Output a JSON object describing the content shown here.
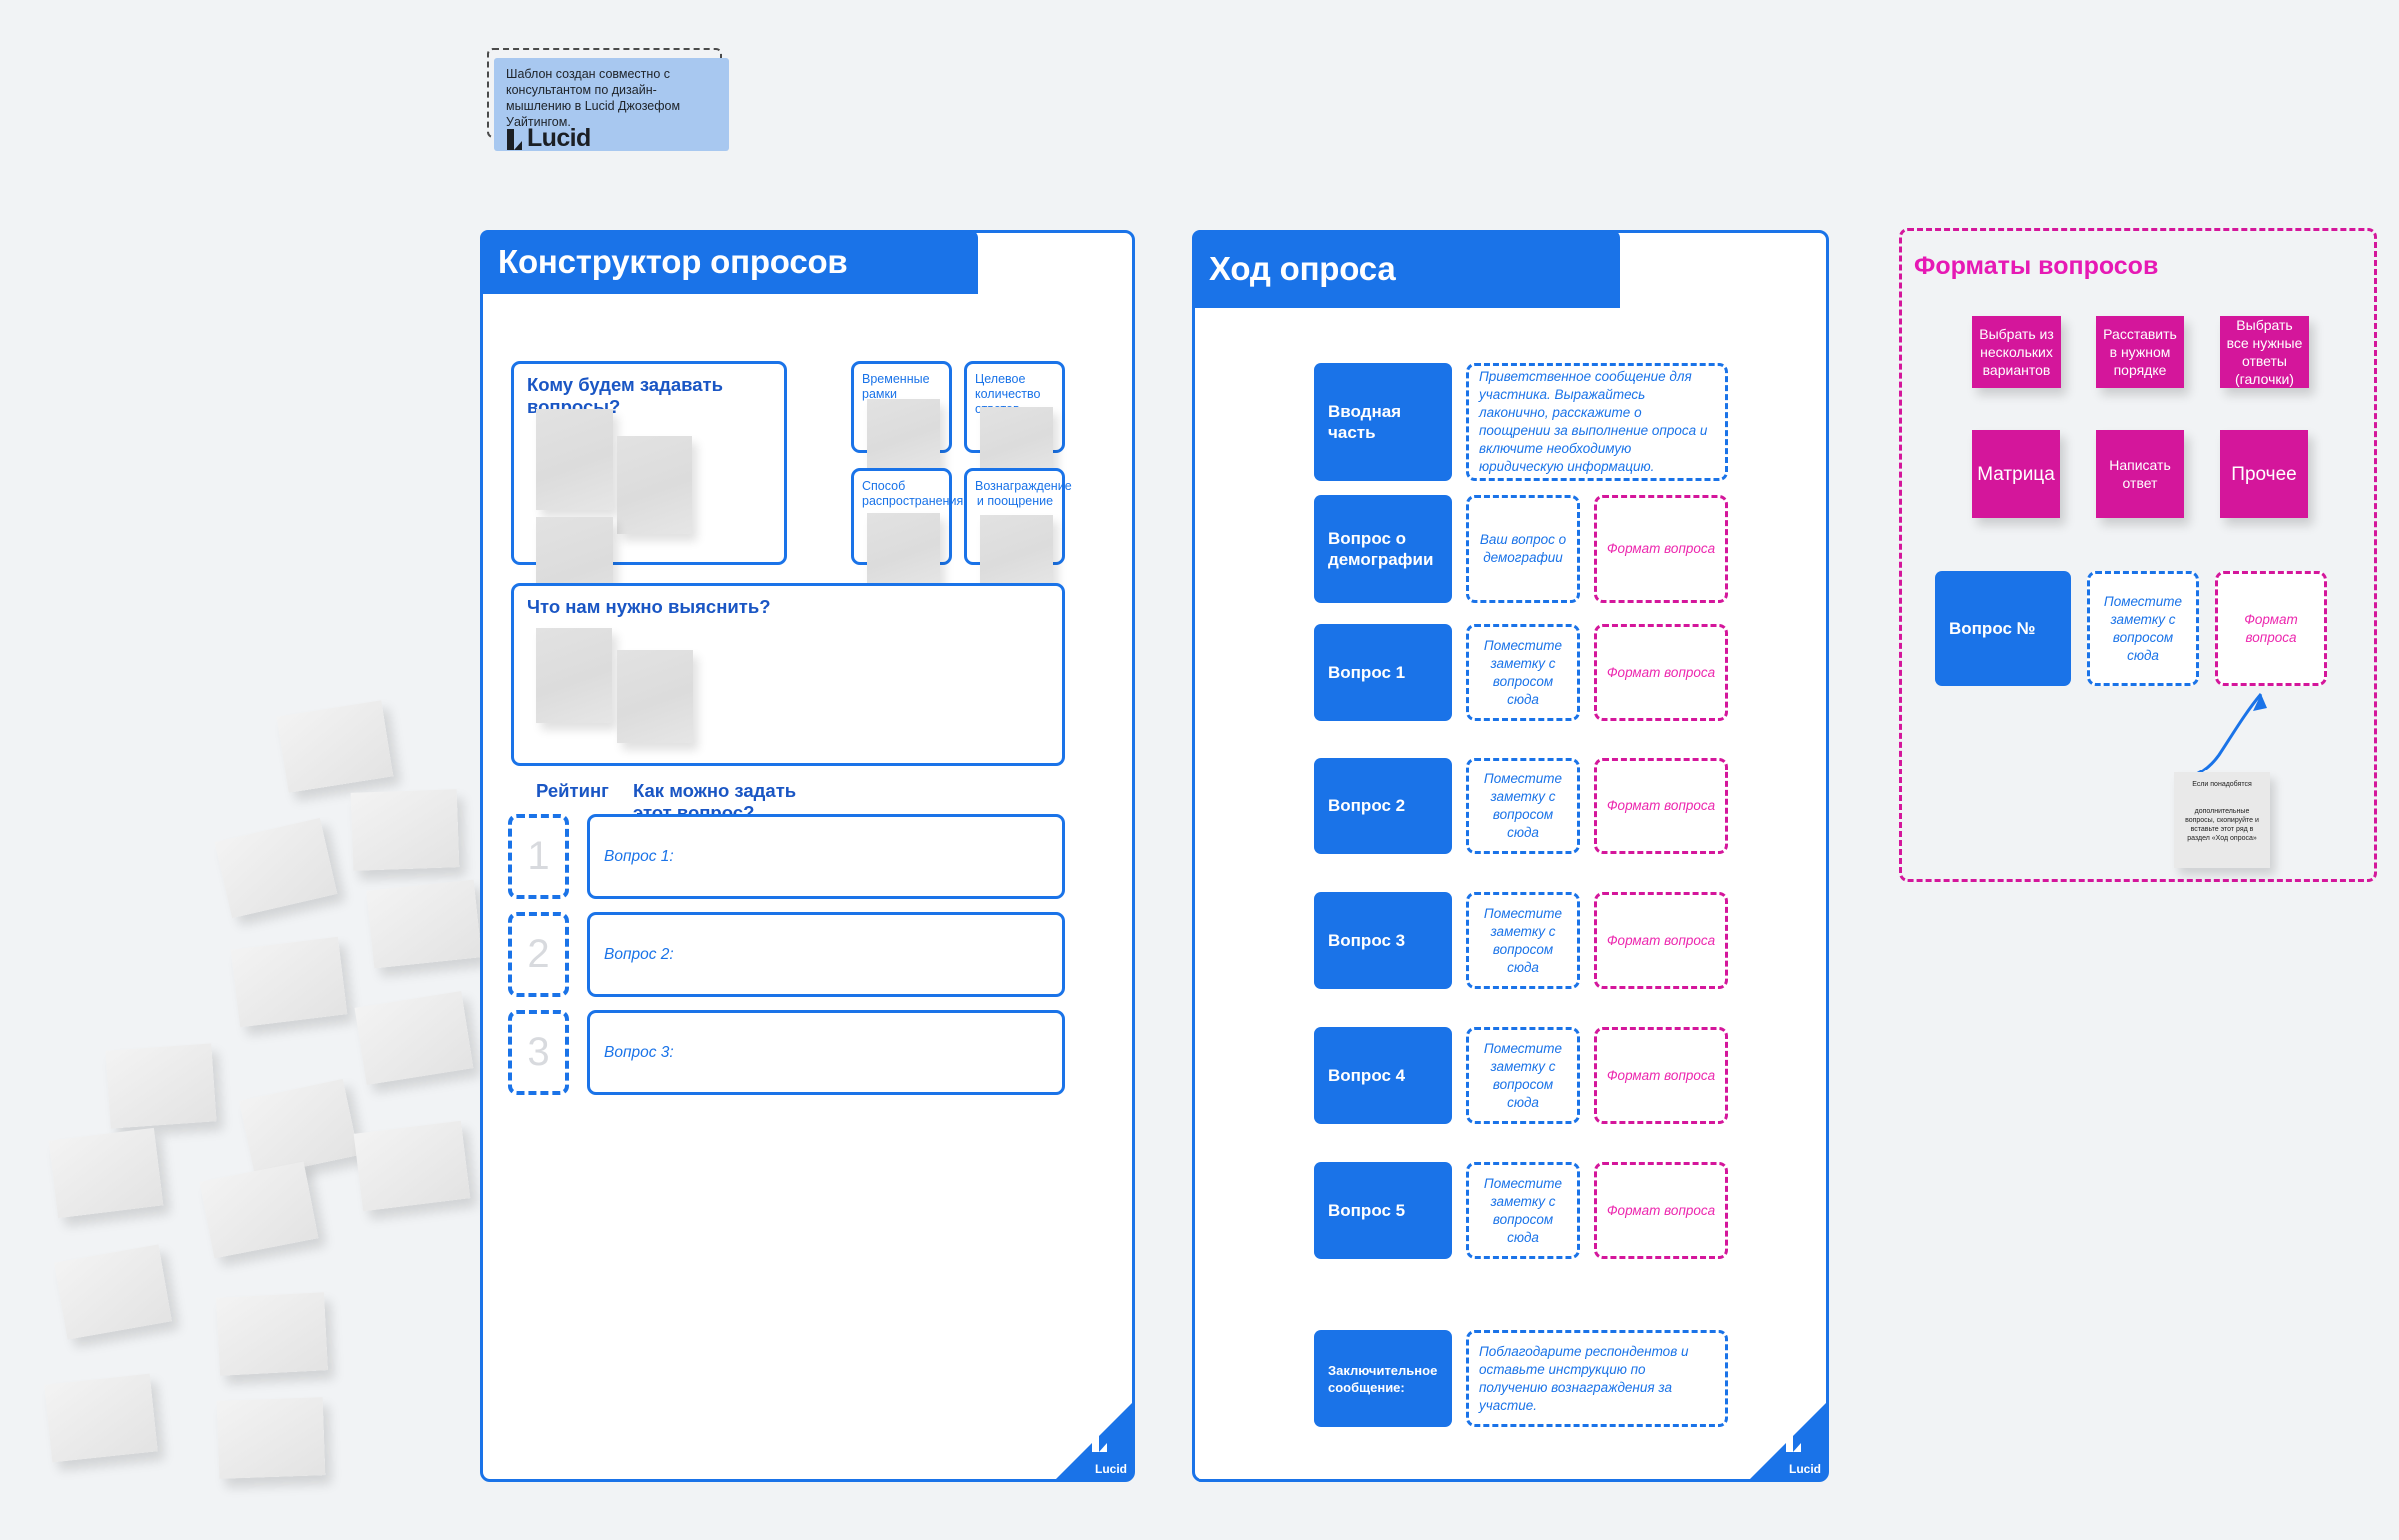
{
  "credit": {
    "text": "Шаблон создан совместно с консультантом по дизайн-мышлению в Lucid Джозефом Уайтингом.",
    "logo_word": "Lucid"
  },
  "panel1": {
    "title": "Конструктор опросов",
    "audience_box": {
      "title": "Кому будем задавать вопросы?"
    },
    "mini_boxes": [
      {
        "title": "Временные рамки"
      },
      {
        "title": "Целевое количество ответов"
      },
      {
        "title": "Способ распространения"
      },
      {
        "title": "Вознаграждение и поощрение"
      }
    ],
    "discover_box": {
      "title": "Что нам нужно выяснить?"
    },
    "rating_header": "Рейтинг",
    "answer_header": "Как можно задать этот вопрос?",
    "rating_rows": [
      {
        "rank": "1",
        "answer": "Вопрос 1:"
      },
      {
        "rank": "2",
        "answer": "Вопрос 2:"
      },
      {
        "rank": "3",
        "answer": "Вопрос 3:"
      }
    ],
    "lucid_word": "Lucid"
  },
  "panel2": {
    "title": "Ход опроса",
    "rows": [
      {
        "label": "Вводная часть",
        "note": "Приветственное сообщение для участника. Выражайтесь лаконично, расскажите о поощрении за выполнение опроса и включите необходимую юридическую информацию.",
        "format": null
      },
      {
        "label": "Вопрос о демографии",
        "note": "Ваш вопрос о демографии",
        "format": "Формат вопроса"
      },
      {
        "label": "Вопрос 1",
        "note": "Поместите заметку с вопросом сюда",
        "format": "Формат вопроса"
      },
      {
        "label": "Вопрос 2",
        "note": "Поместите заметку с вопросом сюда",
        "format": "Формат вопроса"
      },
      {
        "label": "Вопрос 3",
        "note": "Поместите заметку с вопросом сюда",
        "format": "Формат вопроса"
      },
      {
        "label": "Вопрос 4",
        "note": "Поместите заметку с вопросом сюда",
        "format": "Формат вопроса"
      },
      {
        "label": "Вопрос 5",
        "note": "Поместите заметку с вопросом сюда",
        "format": "Формат вопроса"
      },
      {
        "label": "Заключительное сообщение:",
        "note": "Поблагодарите респондентов и оставьте инструкцию по получению вознаграждения за участие.",
        "format": null
      }
    ],
    "lucid_word": "Lucid"
  },
  "panel3": {
    "title": "Форматы вопросов",
    "format_notes": [
      "Выбрать из нескольких вариантов",
      "Расставить в нужном порядке",
      "Выбрать все нужные ответы (галочки)",
      "Матрица",
      "Написать ответ",
      "Прочее"
    ],
    "sample_row": {
      "label": "Вопрос №",
      "note": "Поместите заметку с вопросом сюда",
      "format": "Формат вопроса"
    },
    "hint_note": {
      "line1": "Если понадобятся",
      "line2": "дополнительные вопросы, скопируйте и вставьте этот ряд в раздел «Ход опроса»"
    }
  },
  "colors": {
    "brand_blue": "#1a73e8",
    "brand_pink": "#d4169b",
    "accent_pink_text": "#ec27ae",
    "background": "#f1f3f5",
    "note_grey": "#e2e2e2"
  }
}
